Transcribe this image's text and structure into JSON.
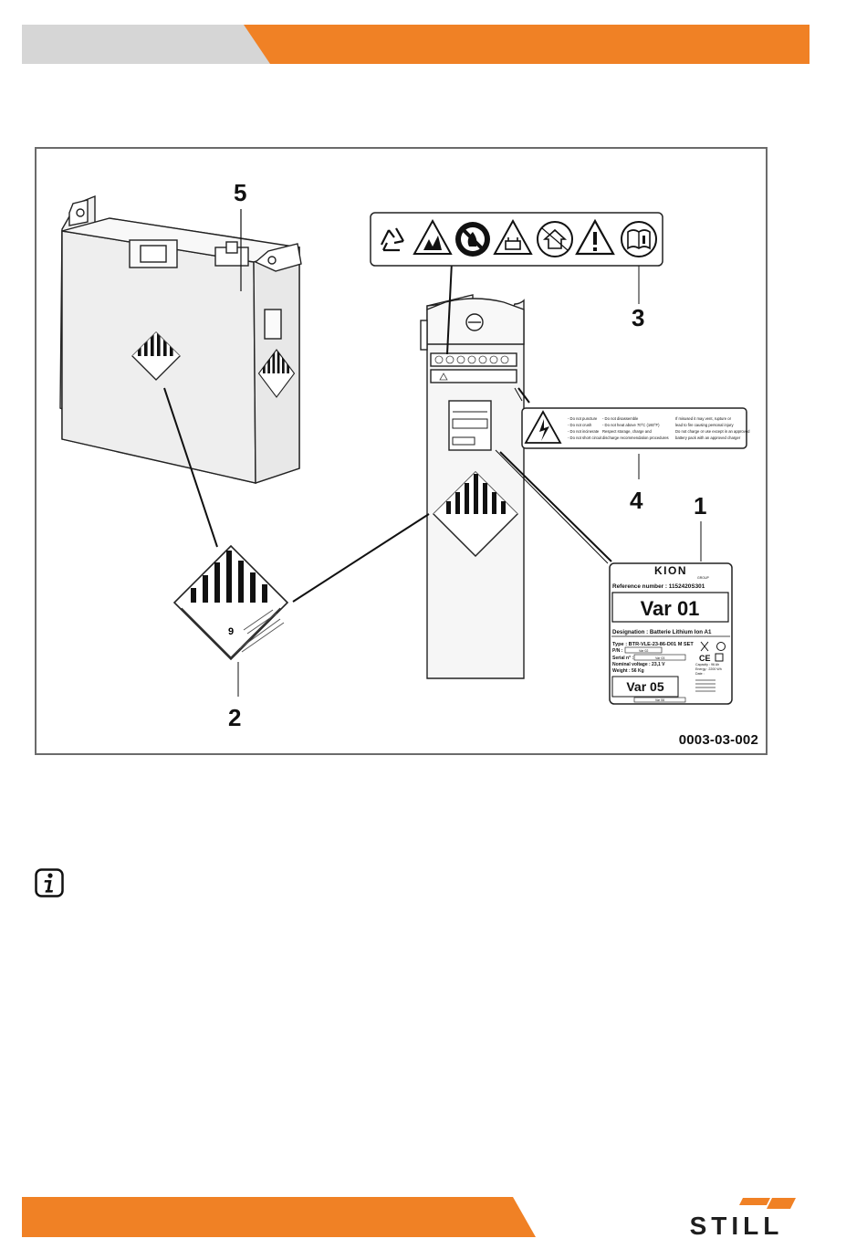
{
  "colors": {
    "accent": "#F08125",
    "header_gray": "#D6D6D6",
    "frame": "#6B6B6B",
    "logo_dark": "#1E1E1E"
  },
  "figure": {
    "code": "0003-03-002",
    "callouts": [
      "1",
      "2",
      "3",
      "4",
      "5"
    ]
  },
  "type_plate": {
    "brand": "KION",
    "brand_sub": "GROUP",
    "reference": "Reference number : 1152420S301",
    "variant_1": "Var 01",
    "designation": "Designation : Batterie Lithium Ion A1",
    "type": "Type : BTR-VLE-23-86-D01 M SET",
    "pn_label": "P/N :",
    "pn_value": "Var 02",
    "serial_label": "Serial n° :",
    "serial_value": "Var 03",
    "voltage": "Nominal voltage : 23,1 V",
    "weight": "Weight : 56 Kg",
    "capacity": "Capacity : 96 Ah",
    "energy": "Energy : 2200 Wh",
    "date_label": "Date :",
    "variant_5": "Var 05",
    "bottom_field": "Var 06"
  },
  "warning_label": {
    "col1": [
      "- Do not puncture",
      "- Do not crush",
      "- Do not incinerate",
      "- Do not short circuit"
    ],
    "col2": [
      "- Do not disassemble",
      "- Do not heat above 70°C (160°F)",
      "Respect storage, charge and",
      "discharge recommendation procedures"
    ],
    "col3": [
      "If misused it may vent, rupture or",
      "lead to fire causing personal injury",
      "Do not charge or use except in an approved",
      "battery pack with an approved charger"
    ]
  },
  "hazard_label": {
    "class_number": "9"
  },
  "icons": {
    "symbols_strip": [
      "recycle-icon",
      "explosion-icon",
      "no-fire-icon",
      "battery-warning-icon",
      "house-icon",
      "warning-icon",
      "manual-icon"
    ],
    "note": "info-icon",
    "logo": "still-logo"
  },
  "logo": {
    "text": "STILL"
  }
}
